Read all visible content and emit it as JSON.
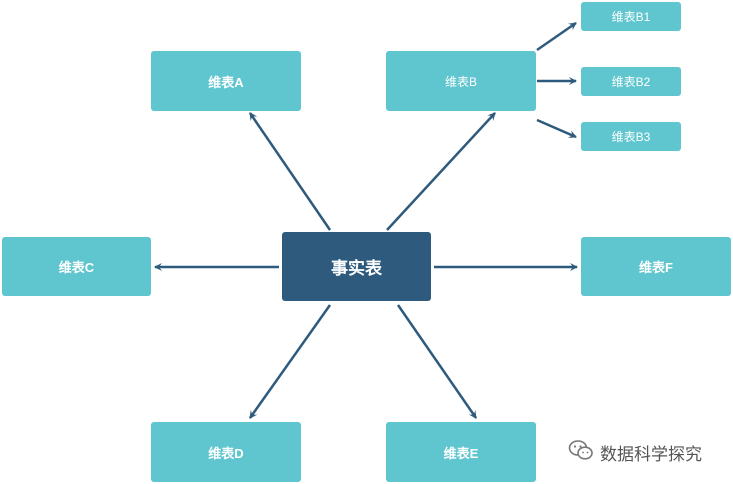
{
  "diagram": {
    "fact": {
      "label": "事实表"
    },
    "dimensions": {
      "a": "维表A",
      "b": "维表B",
      "c": "维表C",
      "d": "维表D",
      "e": "维表E",
      "f": "维表F"
    },
    "sub_dimensions": {
      "b1": "维表B1",
      "b2": "维表B2",
      "b3": "维表B3"
    },
    "colors": {
      "fact_fill": "#2e5b7d",
      "dimension_fill": "#5fc5cf",
      "arrow": "#2e5b7d",
      "text": "#ffffff"
    }
  },
  "watermark": {
    "icon": "wechat-icon",
    "text": "数据科学探究"
  }
}
